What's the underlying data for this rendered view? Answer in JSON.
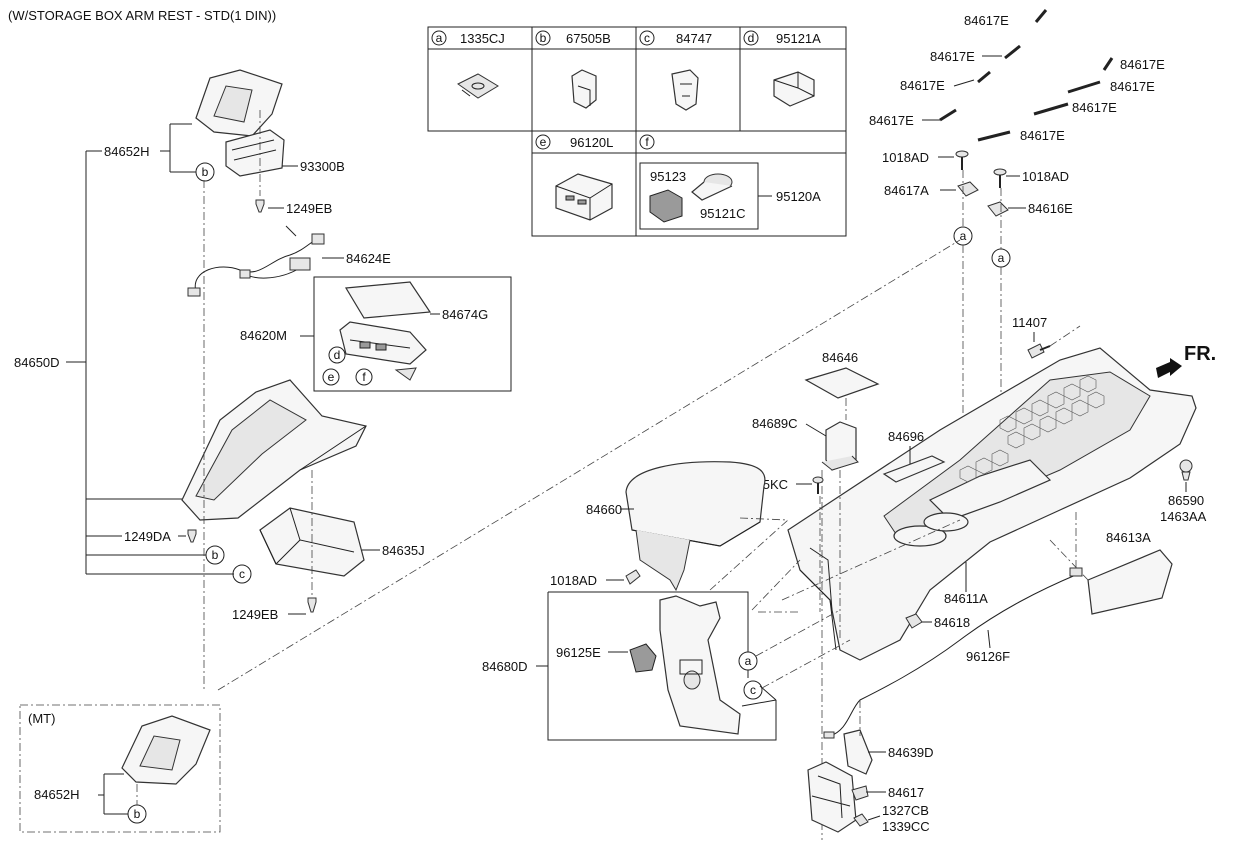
{
  "title": "(W/STORAGE BOX ARM REST - STD(1 DIN))",
  "direction_label": "FR.",
  "mt_label": "(MT)",
  "parts_table": {
    "cells": [
      {
        "letter": "a",
        "code": "1335CJ"
      },
      {
        "letter": "b",
        "code": "67505B"
      },
      {
        "letter": "c",
        "code": "84747"
      },
      {
        "letter": "d",
        "code": "95121A"
      },
      {
        "letter": "e",
        "code": "96120L"
      },
      {
        "letter": "f",
        "code": ""
      }
    ],
    "f_sub": [
      "95123",
      "95121C",
      "95120A"
    ]
  },
  "labels": {
    "p84650D": "84650D",
    "p84652H": "84652H",
    "p93300B": "93300B",
    "p1249EB_a": "1249EB",
    "p84624E": "84624E",
    "p84674G": "84674G",
    "p84620M": "84620M",
    "p1249DA": "1249DA",
    "p84635J": "84635J",
    "p1249EB_b": "1249EB",
    "p84652H_mt": "84652H",
    "p84617E_1": "84617E",
    "p84617E_2": "84617E",
    "p84617E_3": "84617E",
    "p84617E_4": "84617E",
    "p84617E_5": "84617E",
    "p84617E_6": "84617E",
    "p84617E_7": "84617E",
    "p84617E_8": "84617E",
    "p1018AD_a": "1018AD",
    "p1018AD_b": "1018AD",
    "p84617A": "84617A",
    "p84616E": "84616E",
    "p11407": "11407",
    "p84646": "84646",
    "p84696": "84696",
    "p84689C": "84689C",
    "p1125KC": "1125KC",
    "p84660": "84660",
    "p1018AD_c": "1018AD",
    "p86590": "86590",
    "p1463AA": "1463AA",
    "p84613A": "84613A",
    "p84611A": "84611A",
    "p84618": "84618",
    "p96126F": "96126F",
    "p84680D": "84680D",
    "p96125E": "96125E",
    "p84639D": "84639D",
    "p84617": "84617",
    "p1327CB": "1327CB",
    "p1339CC": "1339CC"
  },
  "callouts": {
    "b1": "b",
    "b2": "b",
    "b3": "b",
    "c1": "c",
    "c2": "c",
    "d1": "d",
    "e1": "e",
    "f1": "f",
    "a1": "a",
    "a2": "a",
    "a3": "a"
  },
  "icons": [
    "clip-icon",
    "retainer-icon",
    "clip-bracket-icon",
    "cap-icon",
    "usb-jack-icon",
    "power-outlet-icon"
  ]
}
